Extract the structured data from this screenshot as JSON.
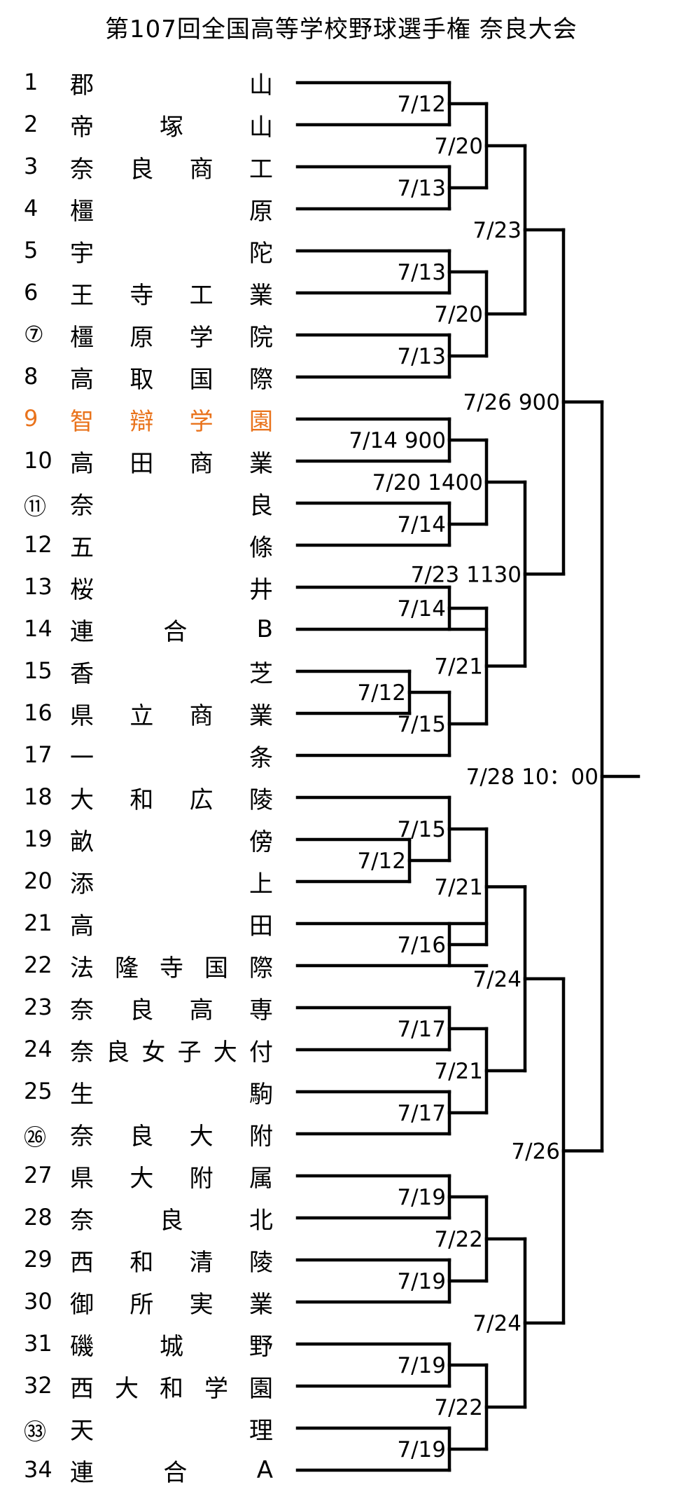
{
  "title": "第107回全国高等学校野球選手権 奈良大会",
  "highlight_color": "#e9731c",
  "teams": [
    {
      "num": "1",
      "name": "郡山",
      "highlight": false
    },
    {
      "num": "2",
      "name": "帝塚山",
      "highlight": false
    },
    {
      "num": "3",
      "name": "奈良商工",
      "highlight": false
    },
    {
      "num": "4",
      "name": "橿原",
      "highlight": false
    },
    {
      "num": "5",
      "name": "宇陀",
      "highlight": false
    },
    {
      "num": "6",
      "name": "王寺工業",
      "highlight": false
    },
    {
      "num": "⑦",
      "name": "橿原学院",
      "highlight": false
    },
    {
      "num": "8",
      "name": "高取国際",
      "highlight": false
    },
    {
      "num": "9",
      "name": "智辯学園",
      "highlight": true
    },
    {
      "num": "10",
      "name": "高田商業",
      "highlight": false
    },
    {
      "num": "⑪",
      "name": "奈良",
      "highlight": false
    },
    {
      "num": "12",
      "name": "五條",
      "highlight": false
    },
    {
      "num": "13",
      "name": "桜井",
      "highlight": false
    },
    {
      "num": "14",
      "name": "連合B",
      "highlight": false
    },
    {
      "num": "15",
      "name": "香芝",
      "highlight": false
    },
    {
      "num": "16",
      "name": "県立商業",
      "highlight": false
    },
    {
      "num": "17",
      "name": "一条",
      "highlight": false
    },
    {
      "num": "18",
      "name": "大和広陵",
      "highlight": false
    },
    {
      "num": "19",
      "name": "畝傍",
      "highlight": false
    },
    {
      "num": "20",
      "name": "添上",
      "highlight": false
    },
    {
      "num": "21",
      "name": "高田",
      "highlight": false
    },
    {
      "num": "22",
      "name": "法隆寺国際",
      "highlight": false
    },
    {
      "num": "23",
      "name": "奈良高専",
      "highlight": false
    },
    {
      "num": "24",
      "name": "奈良女子大付",
      "highlight": false
    },
    {
      "num": "25",
      "name": "生駒",
      "highlight": false
    },
    {
      "num": "㉖",
      "name": "奈良大附",
      "highlight": false
    },
    {
      "num": "27",
      "name": "県大附属",
      "highlight": false
    },
    {
      "num": "28",
      "name": "奈良北",
      "highlight": false
    },
    {
      "num": "29",
      "name": "西和清陵",
      "highlight": false
    },
    {
      "num": "30",
      "name": "御所実業",
      "highlight": false
    },
    {
      "num": "31",
      "name": "磯城野",
      "highlight": false
    },
    {
      "num": "32",
      "name": "西大和学園",
      "highlight": false
    },
    {
      "num": "㉝",
      "name": "天理",
      "highlight": false
    },
    {
      "num": "34",
      "name": "連合A",
      "highlight": false
    }
  ],
  "match_labels": [
    "7/12",
    "7/13",
    "7/13",
    "7/13",
    "7/14 900",
    "7/14",
    "7/14",
    "7/12",
    "7/15",
    "7/15",
    "7/12",
    "7/16",
    "7/17",
    "7/17",
    "7/19",
    "7/19",
    "7/19",
    "7/19",
    "7/20",
    "7/20",
    "7/20 1400",
    "7/21",
    "7/21",
    "7/21",
    "7/22",
    "7/22",
    "7/23",
    "7/23 1130",
    "7/24",
    "7/24",
    "7/26 900",
    "7/26",
    "7/28 10：00"
  ]
}
